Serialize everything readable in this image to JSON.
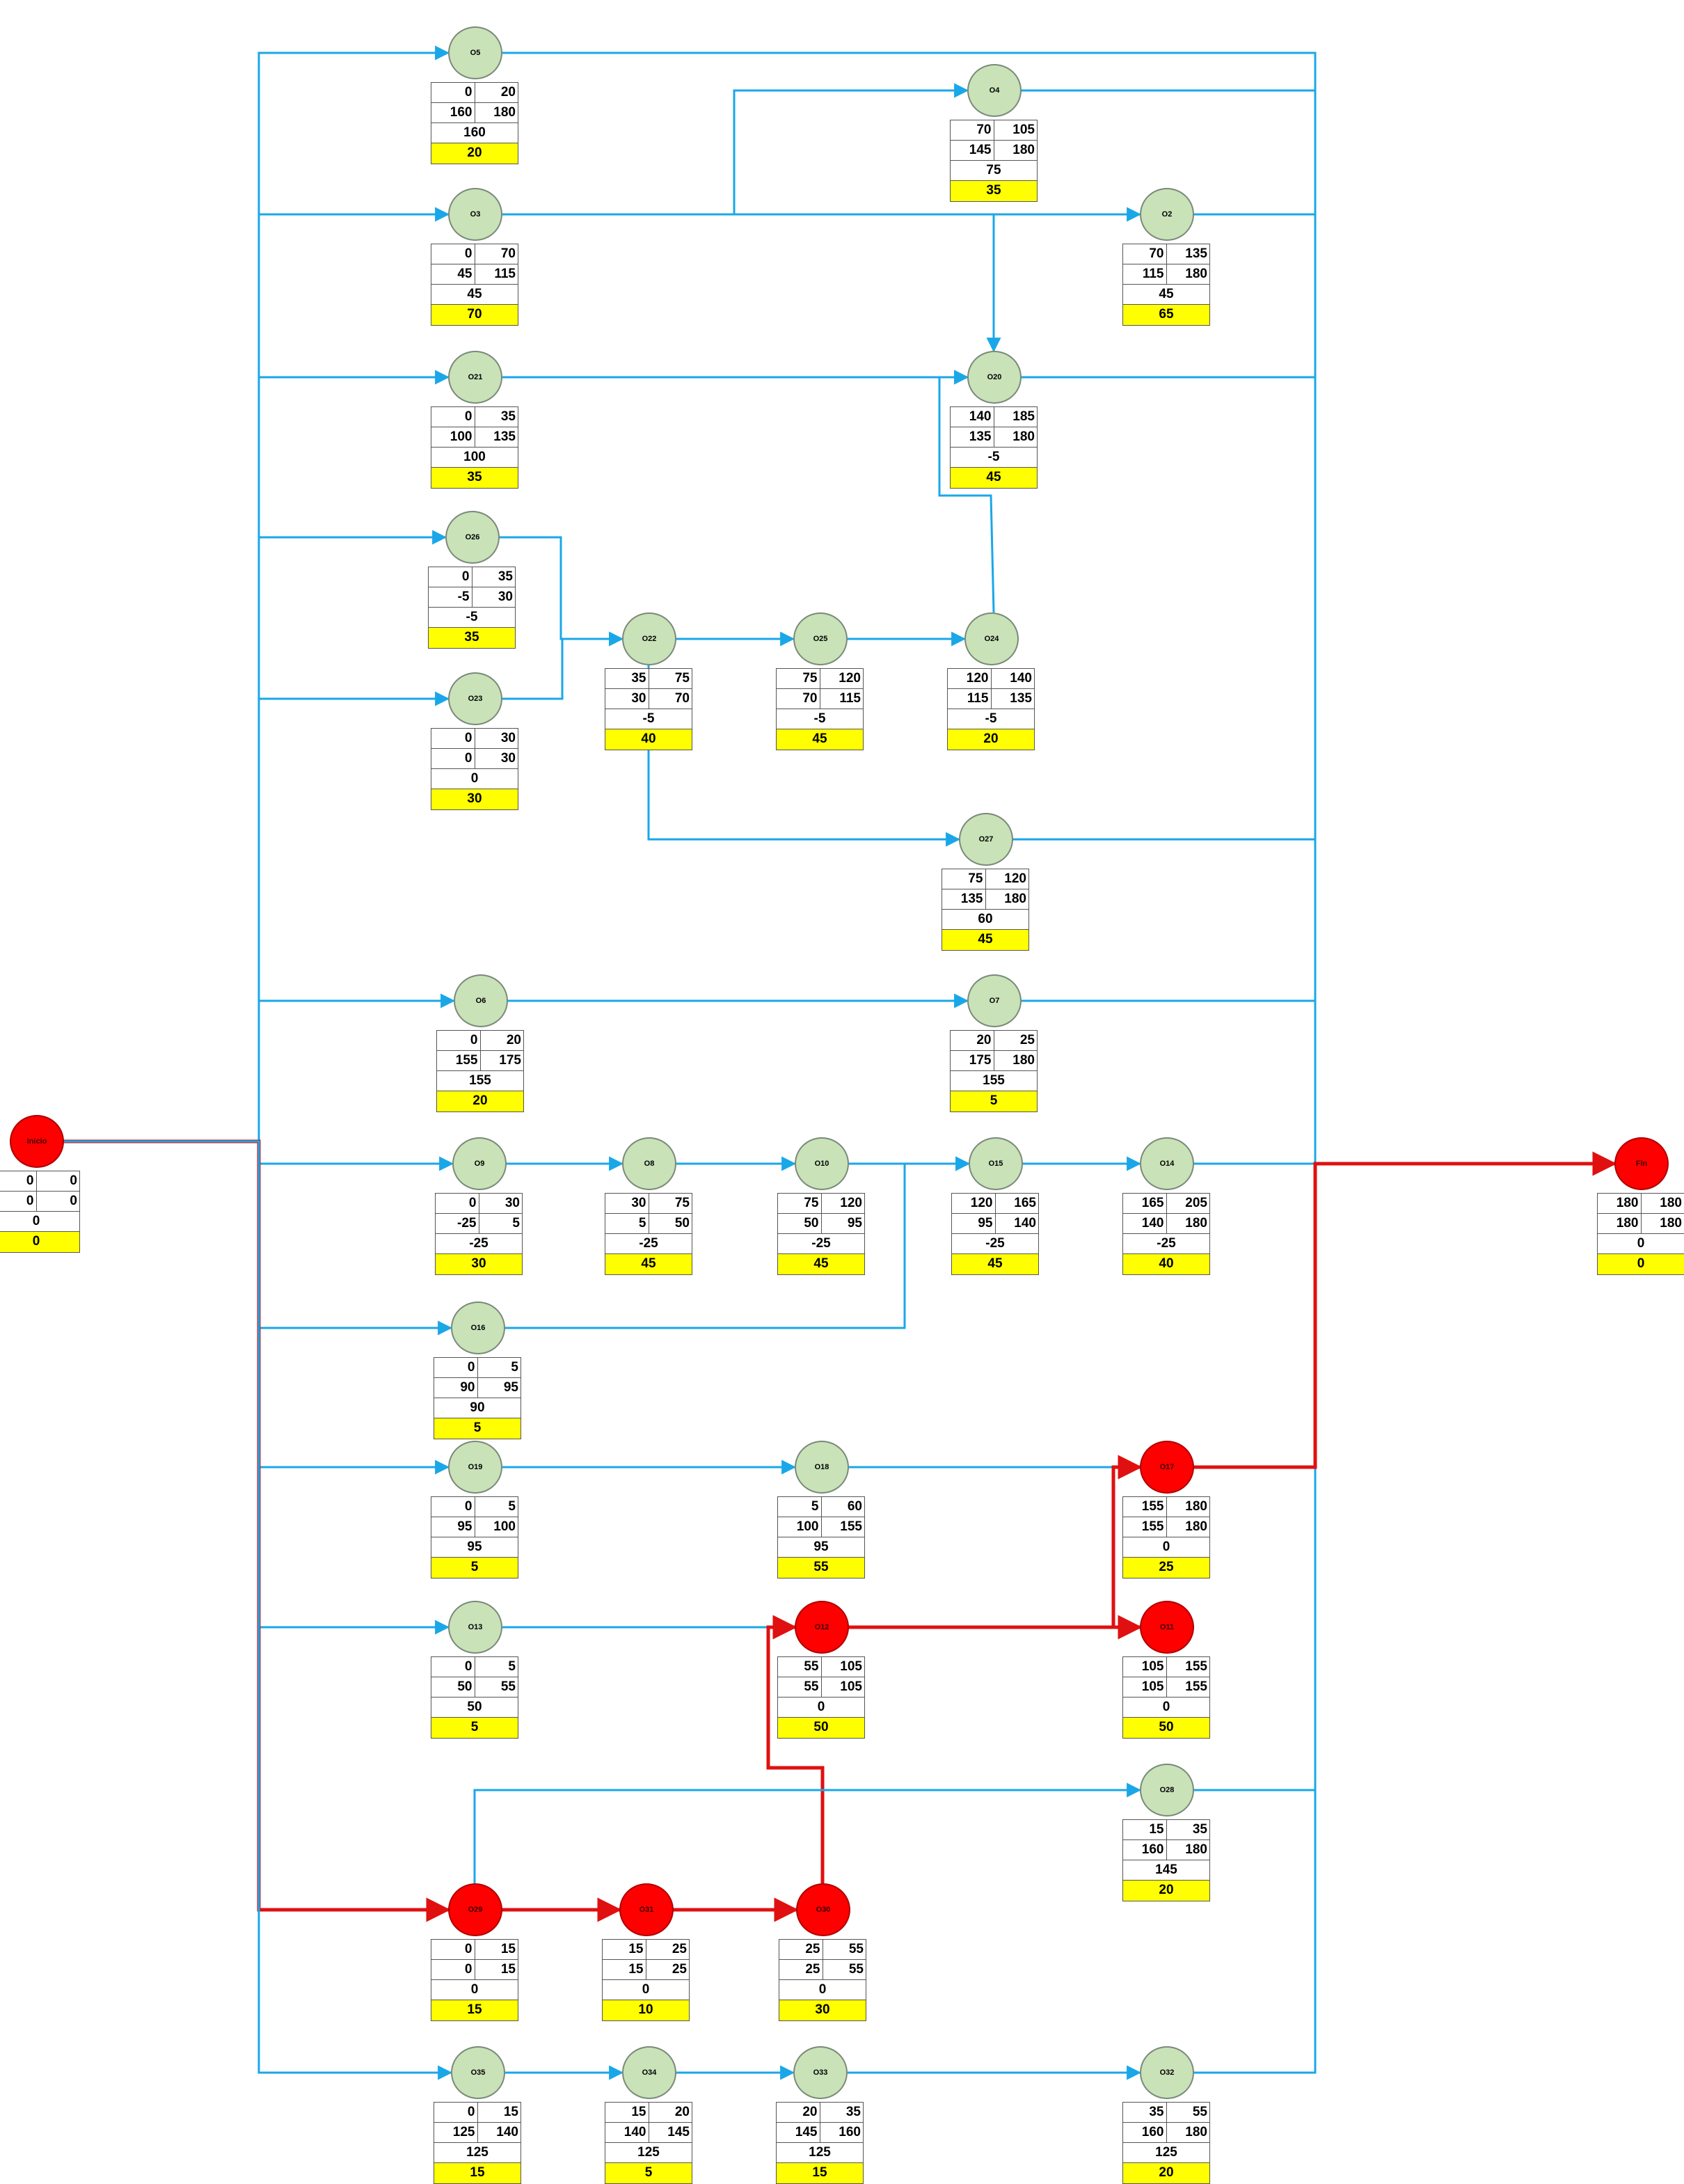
{
  "colors": {
    "normal_node": "#c9e2b8",
    "critical_node": "#ff0000",
    "normal_edge": "#1aa7e8",
    "critical_edge": "#e01010",
    "duration_cell": "#ffff00"
  },
  "nodes": [
    {
      "id": "inicio",
      "label": "Inicio",
      "critical": true,
      "es": "0",
      "ef": "0",
      "ls": "0",
      "lf": "0",
      "slack": "0",
      "duration": "0"
    },
    {
      "id": "o5",
      "label": "O5",
      "critical": false,
      "es": "0",
      "ef": "20",
      "ls": "160",
      "lf": "180",
      "slack": "160",
      "duration": "20"
    },
    {
      "id": "o4",
      "label": "O4",
      "critical": false,
      "es": "70",
      "ef": "105",
      "ls": "145",
      "lf": "180",
      "slack": "75",
      "duration": "35"
    },
    {
      "id": "o3",
      "label": "O3",
      "critical": false,
      "es": "0",
      "ef": "70",
      "ls": "45",
      "lf": "115",
      "slack": "45",
      "duration": "70"
    },
    {
      "id": "o2",
      "label": "O2",
      "critical": false,
      "es": "70",
      "ef": "135",
      "ls": "115",
      "lf": "180",
      "slack": "45",
      "duration": "65"
    },
    {
      "id": "o21",
      "label": "O21",
      "critical": false,
      "es": "0",
      "ef": "35",
      "ls": "100",
      "lf": "135",
      "slack": "100",
      "duration": "35"
    },
    {
      "id": "o20",
      "label": "O20",
      "critical": false,
      "es": "140",
      "ef": "185",
      "ls": "135",
      "lf": "180",
      "slack": "-5",
      "duration": "45"
    },
    {
      "id": "o26",
      "label": "O26",
      "critical": false,
      "es": "0",
      "ef": "35",
      "ls": "-5",
      "lf": "30",
      "slack": "-5",
      "duration": "35"
    },
    {
      "id": "o23",
      "label": "O23",
      "critical": false,
      "es": "0",
      "ef": "30",
      "ls": "0",
      "lf": "30",
      "slack": "0",
      "duration": "30"
    },
    {
      "id": "o22",
      "label": "O22",
      "critical": false,
      "es": "35",
      "ef": "75",
      "ls": "30",
      "lf": "70",
      "slack": "-5",
      "duration": "40"
    },
    {
      "id": "o25",
      "label": "O25",
      "critical": false,
      "es": "75",
      "ef": "120",
      "ls": "70",
      "lf": "115",
      "slack": "-5",
      "duration": "45"
    },
    {
      "id": "o24",
      "label": "O24",
      "critical": false,
      "es": "120",
      "ef": "140",
      "ls": "115",
      "lf": "135",
      "slack": "-5",
      "duration": "20"
    },
    {
      "id": "o27",
      "label": "O27",
      "critical": false,
      "es": "75",
      "ef": "120",
      "ls": "135",
      "lf": "180",
      "slack": "60",
      "duration": "45"
    },
    {
      "id": "o6",
      "label": "O6",
      "critical": false,
      "es": "0",
      "ef": "20",
      "ls": "155",
      "lf": "175",
      "slack": "155",
      "duration": "20"
    },
    {
      "id": "o7",
      "label": "O7",
      "critical": false,
      "es": "20",
      "ef": "25",
      "ls": "175",
      "lf": "180",
      "slack": "155",
      "duration": "5"
    },
    {
      "id": "o9",
      "label": "O9",
      "critical": false,
      "es": "0",
      "ef": "30",
      "ls": "-25",
      "lf": "5",
      "slack": "-25",
      "duration": "30"
    },
    {
      "id": "o8",
      "label": "O8",
      "critical": false,
      "es": "30",
      "ef": "75",
      "ls": "5",
      "lf": "50",
      "slack": "-25",
      "duration": "45"
    },
    {
      "id": "o10",
      "label": "O10",
      "critical": false,
      "es": "75",
      "ef": "120",
      "ls": "50",
      "lf": "95",
      "slack": "-25",
      "duration": "45"
    },
    {
      "id": "o15",
      "label": "O15",
      "critical": false,
      "es": "120",
      "ef": "165",
      "ls": "95",
      "lf": "140",
      "slack": "-25",
      "duration": "45"
    },
    {
      "id": "o14",
      "label": "O14",
      "critical": false,
      "es": "165",
      "ef": "205",
      "ls": "140",
      "lf": "180",
      "slack": "-25",
      "duration": "40"
    },
    {
      "id": "fin",
      "label": "Fin",
      "critical": true,
      "es": "180",
      "ef": "180",
      "ls": "180",
      "lf": "180",
      "slack": "0",
      "duration": "0"
    },
    {
      "id": "o16",
      "label": "O16",
      "critical": false,
      "es": "0",
      "ef": "5",
      "ls": "90",
      "lf": "95",
      "slack": "90",
      "duration": "5"
    },
    {
      "id": "o19",
      "label": "O19",
      "critical": false,
      "es": "0",
      "ef": "5",
      "ls": "95",
      "lf": "100",
      "slack": "95",
      "duration": "5"
    },
    {
      "id": "o18",
      "label": "O18",
      "critical": false,
      "es": "5",
      "ef": "60",
      "ls": "100",
      "lf": "155",
      "slack": "95",
      "duration": "55"
    },
    {
      "id": "o17",
      "label": "O17",
      "critical": true,
      "es": "155",
      "ef": "180",
      "ls": "155",
      "lf": "180",
      "slack": "0",
      "duration": "25"
    },
    {
      "id": "o13",
      "label": "O13",
      "critical": false,
      "es": "0",
      "ef": "5",
      "ls": "50",
      "lf": "55",
      "slack": "50",
      "duration": "5"
    },
    {
      "id": "o12",
      "label": "O12",
      "critical": true,
      "es": "55",
      "ef": "105",
      "ls": "55",
      "lf": "105",
      "slack": "0",
      "duration": "50"
    },
    {
      "id": "o11",
      "label": "O11",
      "critical": true,
      "es": "105",
      "ef": "155",
      "ls": "105",
      "lf": "155",
      "slack": "0",
      "duration": "50"
    },
    {
      "id": "o28",
      "label": "O28",
      "critical": false,
      "es": "15",
      "ef": "35",
      "ls": "160",
      "lf": "180",
      "slack": "145",
      "duration": "20"
    },
    {
      "id": "o29",
      "label": "O29",
      "critical": true,
      "es": "0",
      "ef": "15",
      "ls": "0",
      "lf": "15",
      "slack": "0",
      "duration": "15"
    },
    {
      "id": "o31",
      "label": "O31",
      "critical": true,
      "es": "15",
      "ef": "25",
      "ls": "15",
      "lf": "25",
      "slack": "0",
      "duration": "10"
    },
    {
      "id": "o30",
      "label": "O30",
      "critical": true,
      "es": "25",
      "ef": "55",
      "ls": "25",
      "lf": "55",
      "slack": "0",
      "duration": "30"
    },
    {
      "id": "o35",
      "label": "O35",
      "critical": false,
      "es": "0",
      "ef": "15",
      "ls": "125",
      "lf": "140",
      "slack": "125",
      "duration": "15"
    },
    {
      "id": "o34",
      "label": "O34",
      "critical": false,
      "es": "15",
      "ef": "20",
      "ls": "140",
      "lf": "145",
      "slack": "125",
      "duration": "5"
    },
    {
      "id": "o33",
      "label": "O33",
      "critical": false,
      "es": "20",
      "ef": "35",
      "ls": "145",
      "lf": "160",
      "slack": "125",
      "duration": "15"
    },
    {
      "id": "o32",
      "label": "O32",
      "critical": false,
      "es": "35",
      "ef": "55",
      "ls": "160",
      "lf": "180",
      "slack": "125",
      "duration": "20"
    }
  ],
  "edges": [
    {
      "from": "inicio",
      "to": "o5",
      "critical": false
    },
    {
      "from": "inicio",
      "to": "o3",
      "critical": false
    },
    {
      "from": "inicio",
      "to": "o21",
      "critical": false
    },
    {
      "from": "inicio",
      "to": "o26",
      "critical": false
    },
    {
      "from": "inicio",
      "to": "o23",
      "critical": false
    },
    {
      "from": "inicio",
      "to": "o6",
      "critical": false
    },
    {
      "from": "inicio",
      "to": "o9",
      "critical": false
    },
    {
      "from": "inicio",
      "to": "o16",
      "critical": false
    },
    {
      "from": "inicio",
      "to": "o19",
      "critical": false
    },
    {
      "from": "inicio",
      "to": "o13",
      "critical": false
    },
    {
      "from": "inicio",
      "to": "o29",
      "critical": true
    },
    {
      "from": "inicio",
      "to": "o35",
      "critical": false
    },
    {
      "from": "o3",
      "to": "o4",
      "critical": false
    },
    {
      "from": "o3",
      "to": "o2",
      "critical": false
    },
    {
      "from": "o3",
      "to": "o20",
      "critical": false
    },
    {
      "from": "o21",
      "to": "o20",
      "critical": false
    },
    {
      "from": "o24",
      "to": "o20",
      "critical": false
    },
    {
      "from": "o26",
      "to": "o22",
      "critical": false
    },
    {
      "from": "o23",
      "to": "o22",
      "critical": false
    },
    {
      "from": "o22",
      "to": "o25",
      "critical": false
    },
    {
      "from": "o25",
      "to": "o24",
      "critical": false
    },
    {
      "from": "o22",
      "to": "o27",
      "critical": false
    },
    {
      "from": "o6",
      "to": "o7",
      "critical": false
    },
    {
      "from": "o9",
      "to": "o8",
      "critical": false
    },
    {
      "from": "o8",
      "to": "o10",
      "critical": false
    },
    {
      "from": "o10",
      "to": "o15",
      "critical": false
    },
    {
      "from": "o16",
      "to": "o15",
      "critical": false
    },
    {
      "from": "o15",
      "to": "o14",
      "critical": false
    },
    {
      "from": "o19",
      "to": "o18",
      "critical": false
    },
    {
      "from": "o18",
      "to": "o17",
      "critical": false
    },
    {
      "from": "o13",
      "to": "o12",
      "critical": false
    },
    {
      "from": "o12",
      "to": "o11",
      "critical": true
    },
    {
      "from": "o12",
      "to": "o17",
      "critical": true
    },
    {
      "from": "o29",
      "to": "o31",
      "critical": true
    },
    {
      "from": "o31",
      "to": "o30",
      "critical": true
    },
    {
      "from": "o30",
      "to": "o12",
      "critical": true
    },
    {
      "from": "o29",
      "to": "o28",
      "critical": false
    },
    {
      "from": "o35",
      "to": "o34",
      "critical": false
    },
    {
      "from": "o34",
      "to": "o33",
      "critical": false
    },
    {
      "from": "o33",
      "to": "o32",
      "critical": false
    },
    {
      "from": "o5",
      "to": "fin",
      "critical": false
    },
    {
      "from": "o4",
      "to": "fin",
      "critical": false
    },
    {
      "from": "o2",
      "to": "fin",
      "critical": false
    },
    {
      "from": "o20",
      "to": "fin",
      "critical": false
    },
    {
      "from": "o27",
      "to": "fin",
      "critical": false
    },
    {
      "from": "o7",
      "to": "fin",
      "critical": false
    },
    {
      "from": "o14",
      "to": "fin",
      "critical": false
    },
    {
      "from": "o28",
      "to": "fin",
      "critical": false
    },
    {
      "from": "o32",
      "to": "fin",
      "critical": false
    },
    {
      "from": "o17",
      "to": "fin",
      "critical": true
    }
  ]
}
